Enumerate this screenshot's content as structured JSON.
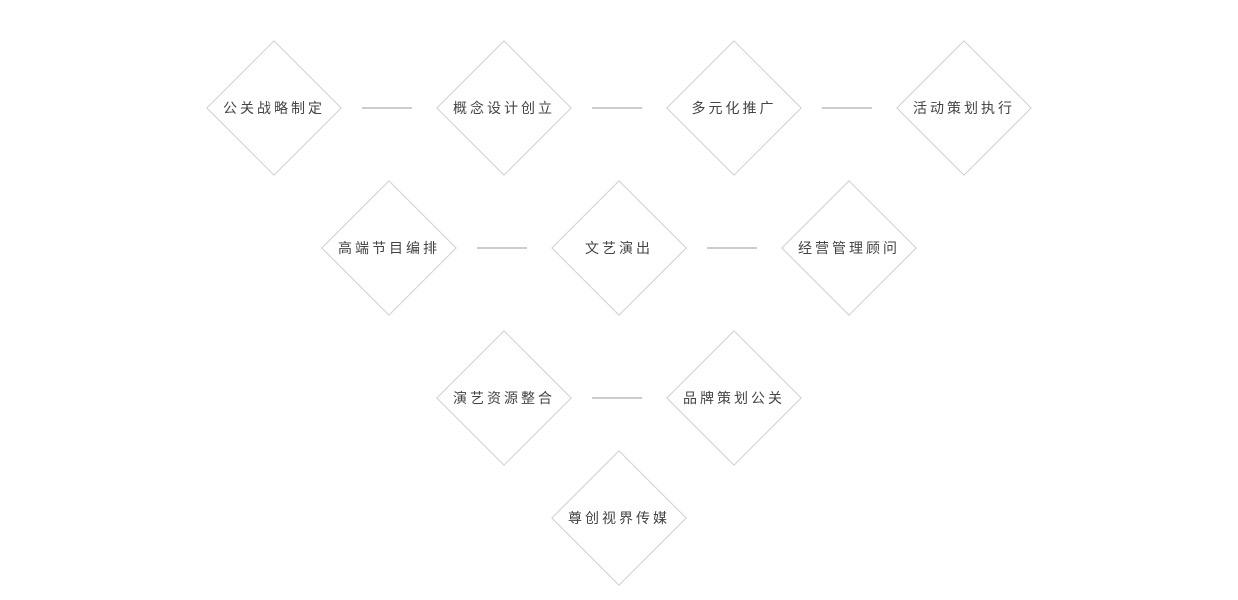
{
  "diagram": {
    "rows": [
      {
        "nodes": [
          {
            "label": "公关战略制定"
          },
          {
            "label": "概念设计创立"
          },
          {
            "label": "多元化推广"
          },
          {
            "label": "活动策划执行"
          }
        ]
      },
      {
        "nodes": [
          {
            "label": "高端节目编排"
          },
          {
            "label": "文艺演出"
          },
          {
            "label": "经营管理顾问"
          }
        ]
      },
      {
        "nodes": [
          {
            "label": "演艺资源整合"
          },
          {
            "label": "品牌策划公关"
          }
        ]
      },
      {
        "nodes": [
          {
            "label": "尊创视界传媒"
          }
        ]
      }
    ]
  }
}
